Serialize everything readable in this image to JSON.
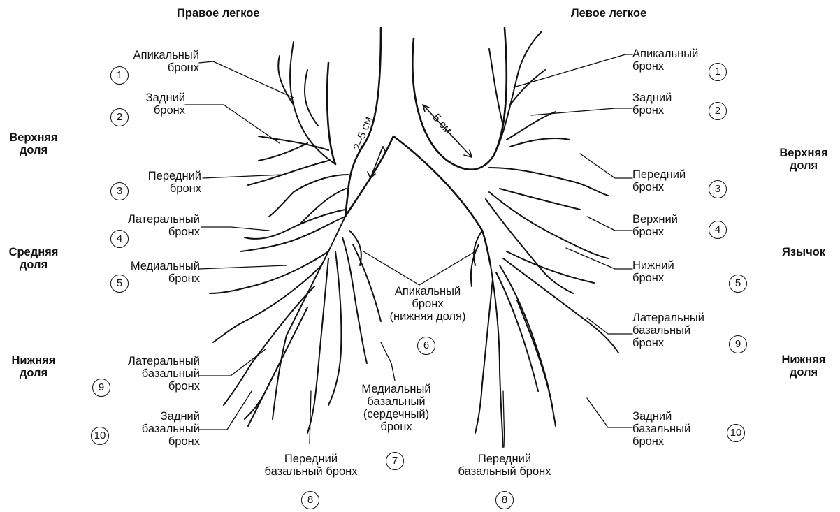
{
  "headers": {
    "right_lung": "Правое легкое",
    "left_lung": "Левое легкое"
  },
  "lobes": {
    "right_upper": "Верхняя\nдоля",
    "right_middle": "Средняя\nдоля",
    "right_lower": "Нижняя\nдоля",
    "left_upper": "Верхняя\nдоля",
    "left_lingula": "Язычок",
    "left_lower": "Нижняя\nдоля"
  },
  "right_labels": {
    "apical": "Апикальный\nбронх",
    "posterior": "Задний\nбронх",
    "anterior": "Передний\nбронх",
    "lateral": "Латеральный\nбронх",
    "medial": "Медиальный\nбронх",
    "lateral_basal": "Латеральный\nбазальный\nбронх",
    "posterior_basal": "Задний\nбазальный\nбронх",
    "anterior_basal": "Передний\nбазальный бронх",
    "medial_basal": "Медиальный\nбазальный\n(сердечный)\nбронх"
  },
  "left_labels": {
    "apical": "Апикальный\nбронх",
    "posterior": "Задний\nбронх",
    "anterior": "Передний\nбронх",
    "superior": "Верхний\nбронх",
    "inferior": "Нижний\nбронх",
    "lateral_basal": "Латеральный\nбазальный\nбронх",
    "posterior_basal": "Задний\nбазальный\nбронх",
    "anterior_basal": "Передний\nбазальный бронх"
  },
  "center_label": "Апикальный\nбронх\n(нижняя доля)",
  "measurements": {
    "right": "2–5 см",
    "left": "5 см"
  },
  "numbers": {
    "r1": "1",
    "r2": "2",
    "r3": "3",
    "r4": "4",
    "r5": "5",
    "r9": "9",
    "r10": "10",
    "r8": "8",
    "c6": "6",
    "c7": "7",
    "l8": "8",
    "l1": "1",
    "l2": "2",
    "l3": "3",
    "l4": "4",
    "l5": "5",
    "l9": "9",
    "l10": "10"
  }
}
